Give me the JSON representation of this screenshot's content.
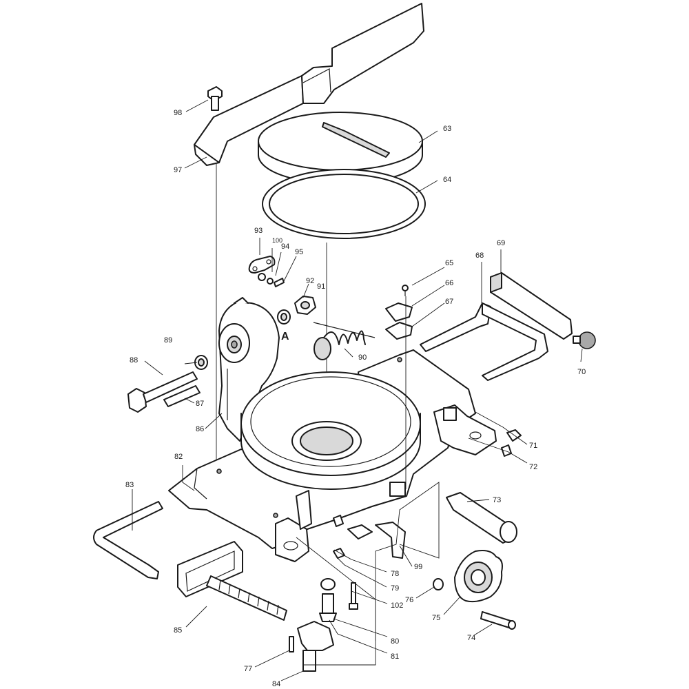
{
  "callouts": {
    "p63": "63",
    "p64": "64",
    "p65": "65",
    "p66": "66",
    "p67": "67",
    "p68": "68",
    "p69": "69",
    "p70": "70",
    "p71": "71",
    "p72": "72",
    "p73": "73",
    "p74": "74",
    "p75": "75",
    "p76": "76",
    "p77": "77",
    "p78": "78",
    "p79": "79",
    "p80": "80",
    "p81": "81",
    "p82": "82",
    "p83": "83",
    "p84": "84",
    "p85": "85",
    "p86": "86",
    "p87": "87",
    "p88": "88",
    "p89": "89",
    "p90": "90",
    "p91": "91",
    "p92": "92",
    "p93": "93",
    "p94": "94",
    "p95": "95",
    "p97": "97",
    "p98": "98",
    "p99": "99",
    "p100": "100",
    "p102": "102"
  },
  "marker_a": "A"
}
